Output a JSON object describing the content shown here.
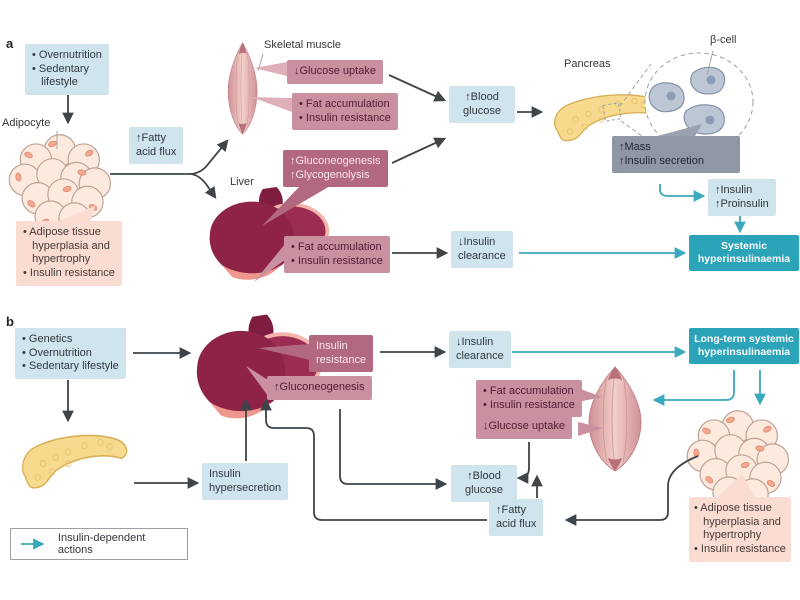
{
  "a": {
    "panel_label": "a",
    "causes": "• Overnutrition\n• Sedentary\n   lifestyle",
    "adipocyte_label": "Adipocyte",
    "adipose": "• Adipose tissue\n   hyperplasia and\n   hypertrophy\n• Insulin resistance",
    "fatty_flux": "↑Fatty\nacid flux",
    "muscle_label": "Skeletal muscle",
    "glucose_uptake": "↓Glucose uptake",
    "muscle_state": "• Fat accumulation\n• Insulin resistance",
    "liver_label": "Liver",
    "gluconeogenesis": "↑Gluconeogenesis\n↑Glycogenolysis",
    "liver_state": "• Fat accumulation\n• Insulin resistance",
    "blood_glucose": "↑Blood\nglucose",
    "pancreas_label": "Pancreas",
    "beta_cell_label": "β-cell",
    "mass": "↑Mass\n↑Insulin secretion",
    "insulin_proinsulin": "↑Insulin\n↑Proinsulin",
    "systemic": "Systemic\nhyperinsulinaemia",
    "insulin_clearance": "↓Insulin\nclearance"
  },
  "b": {
    "panel_label": "b",
    "causes": "• Genetics\n• Overnutrition\n• Sedentary lifestyle",
    "insulin_resistance": "Insulin\nresistance",
    "gluconeogenesis": "↑Gluconeogenesis",
    "insulin_clearance": "↓Insulin\nclearance",
    "longterm": "Long-term systemic\nhyperinsulinaemia",
    "muscle_state": "• Fat accumulation\n• Insulin resistance",
    "glucose_uptake": "↓Glucose uptake",
    "blood_glucose": "↑Blood\nglucose",
    "fatty_flux": "↑Fatty\nacid flux",
    "insulin_hypersecretion": "Insulin\nhypersecretion",
    "adipose": "• Adipose tissue\n   hyperplasia and\n   hypertrophy\n• Insulin resistance"
  },
  "legend": {
    "label": "Insulin-dependent actions"
  },
  "colors": {
    "box_blue": "#cfe4ed",
    "box_pink": "#fadcd3",
    "box_mauve_light": "#c9909f",
    "box_mauve_dark": "#b2687f",
    "box_gray": "#8f97a5",
    "box_teal": "#2ba3b8",
    "arrow_dark": "#3f4449",
    "arrow_teal": "#3aa8bd",
    "liver": "#8e2347",
    "muscle": "#e7b3b1",
    "pancreas": "#f8da8e",
    "adipocyte": "#fdeadf",
    "beta_cell": "#bcc6d4"
  }
}
